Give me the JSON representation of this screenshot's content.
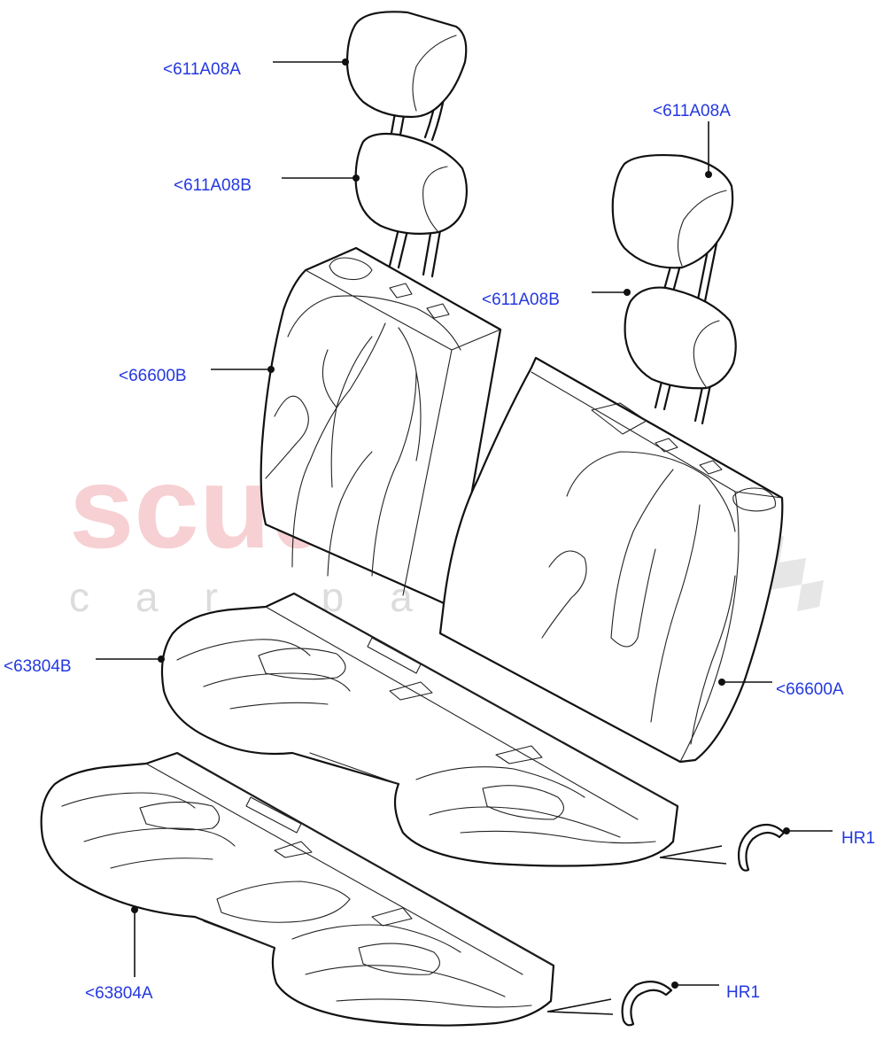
{
  "watermark": {
    "brand": "scuderia",
    "tagline": "car parts"
  },
  "callouts": {
    "headrest_a_left": "<611A08A",
    "headrest_b_left": "<611A08B",
    "headrest_a_right": "<611A08A",
    "headrest_b_right": "<611A08B",
    "backrest_b": "<66600B",
    "backrest_a": "<66600A",
    "cushion_cover_b": "<63804B",
    "cushion_cover_a": "<63804A",
    "hog_ring_upper": "HR1",
    "hog_ring_lower": "HR1"
  },
  "colors": {
    "callout_text": "#2438e0",
    "line_art": "#111111",
    "watermark": "#f4b8bc"
  }
}
